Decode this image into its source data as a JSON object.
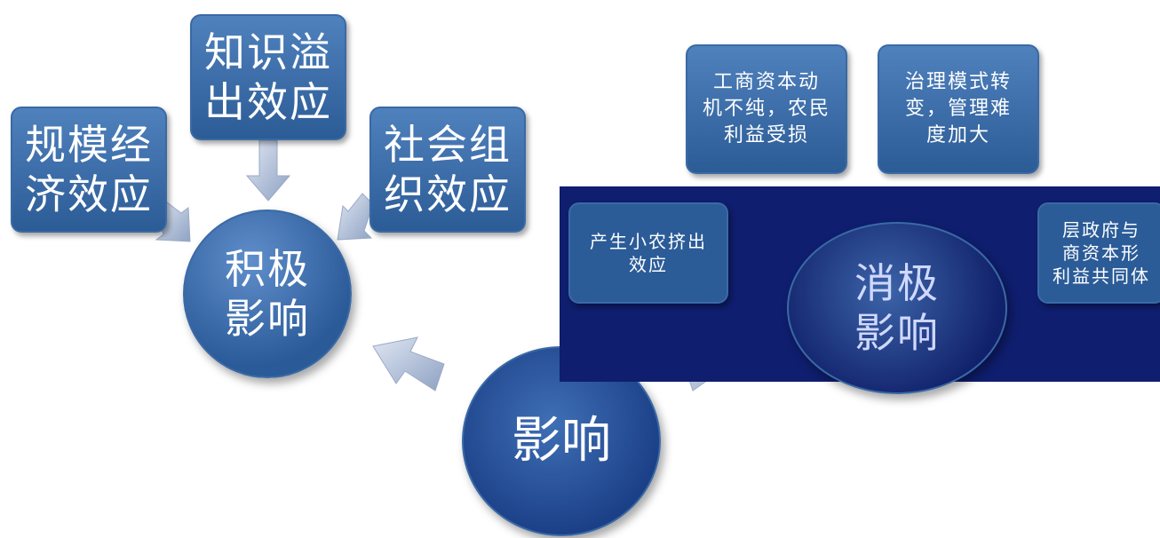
{
  "positive": {
    "center": "积极\n影响",
    "boxes": [
      {
        "text": "规模经\n济效应"
      },
      {
        "text": "知识溢\n出效应"
      },
      {
        "text": "社会组\n织效应"
      }
    ]
  },
  "negative": {
    "center": "消极\n影响",
    "boxes": [
      {
        "text": "工商资本动\n机不纯，农民\n利益受损"
      },
      {
        "text": "治理模式转\n变，管理难\n度加大"
      },
      {
        "text": "产生小农挤出\n效应"
      },
      {
        "text": "层政府与\n商资本形\n利益共同体"
      }
    ]
  },
  "root": {
    "text": "影响"
  }
}
